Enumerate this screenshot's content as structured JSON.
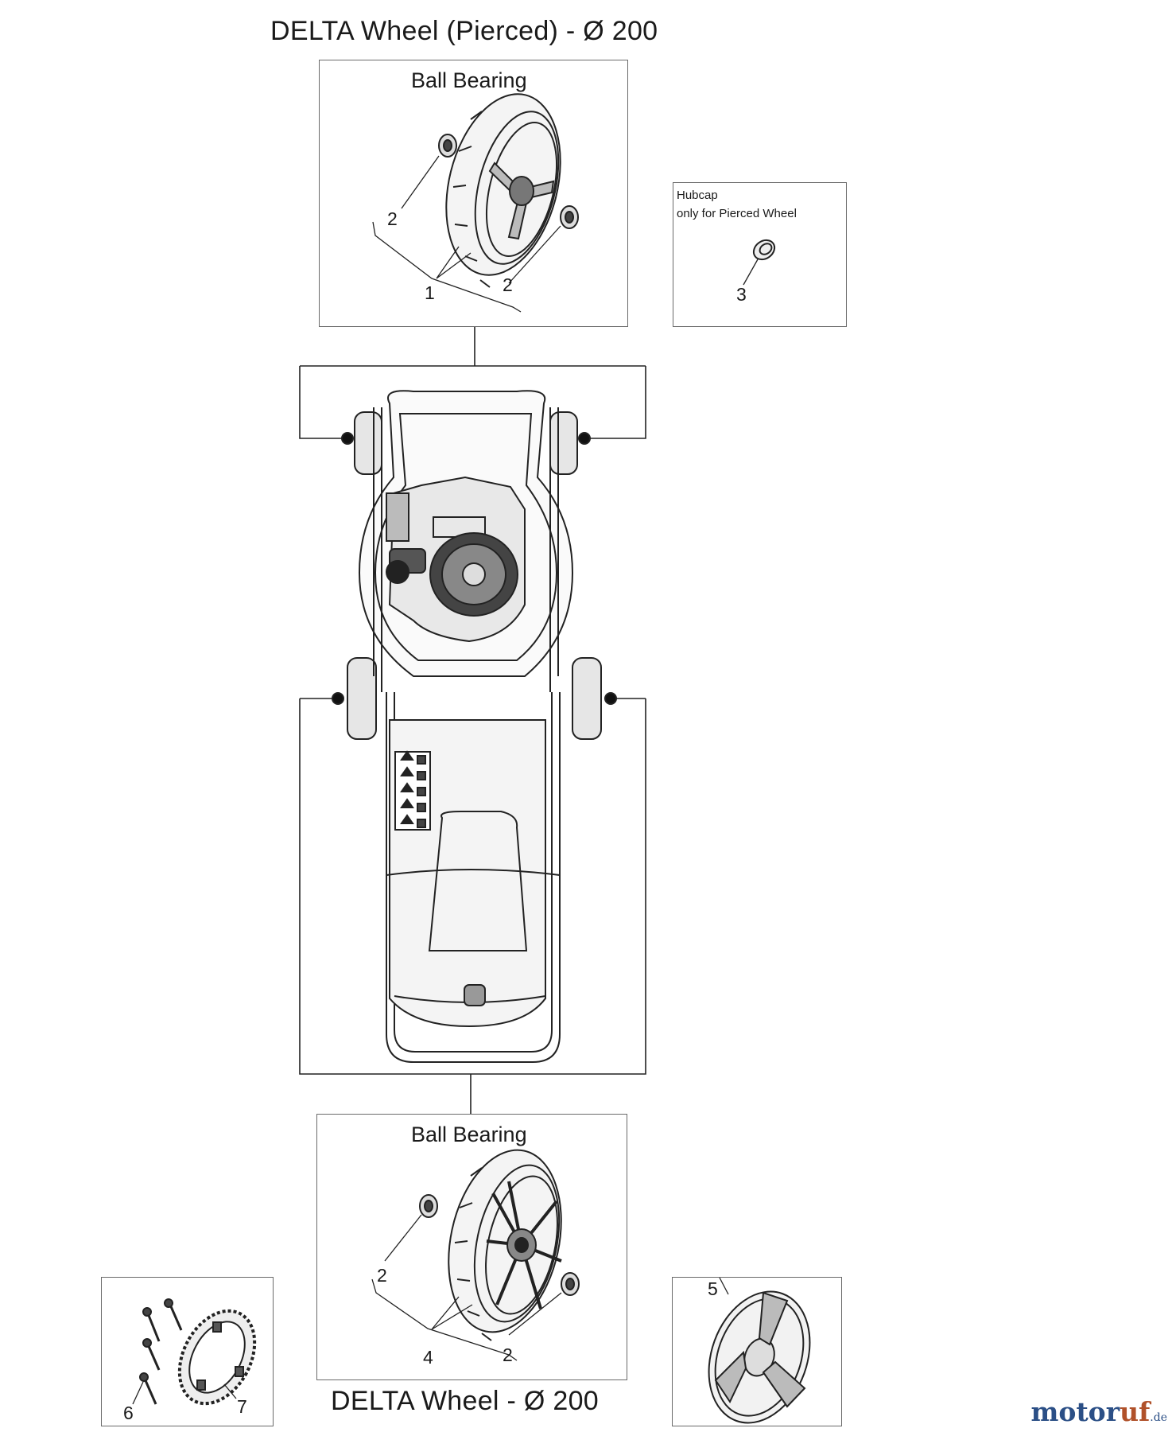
{
  "title_top": "DELTA Wheel (Pierced) -  Ø 200",
  "title_bottom": "DELTA Wheel -  Ø 200",
  "box_top": {
    "label": "Ball Bearing",
    "callouts": [
      "2",
      "1",
      "2"
    ]
  },
  "box_hubcap": {
    "label_line1": "Hubcap",
    "label_line2": "only for Pierced Wheel",
    "callout": "3"
  },
  "box_bottom": {
    "label": "Ball Bearing",
    "callouts": [
      "2",
      "4",
      "2"
    ]
  },
  "box_gear": {
    "callouts": [
      "6",
      "7"
    ]
  },
  "box_cover": {
    "callouts": [
      "5"
    ]
  },
  "watermark": {
    "part1": "motor",
    "part2": "uf",
    "part3": ".de"
  }
}
